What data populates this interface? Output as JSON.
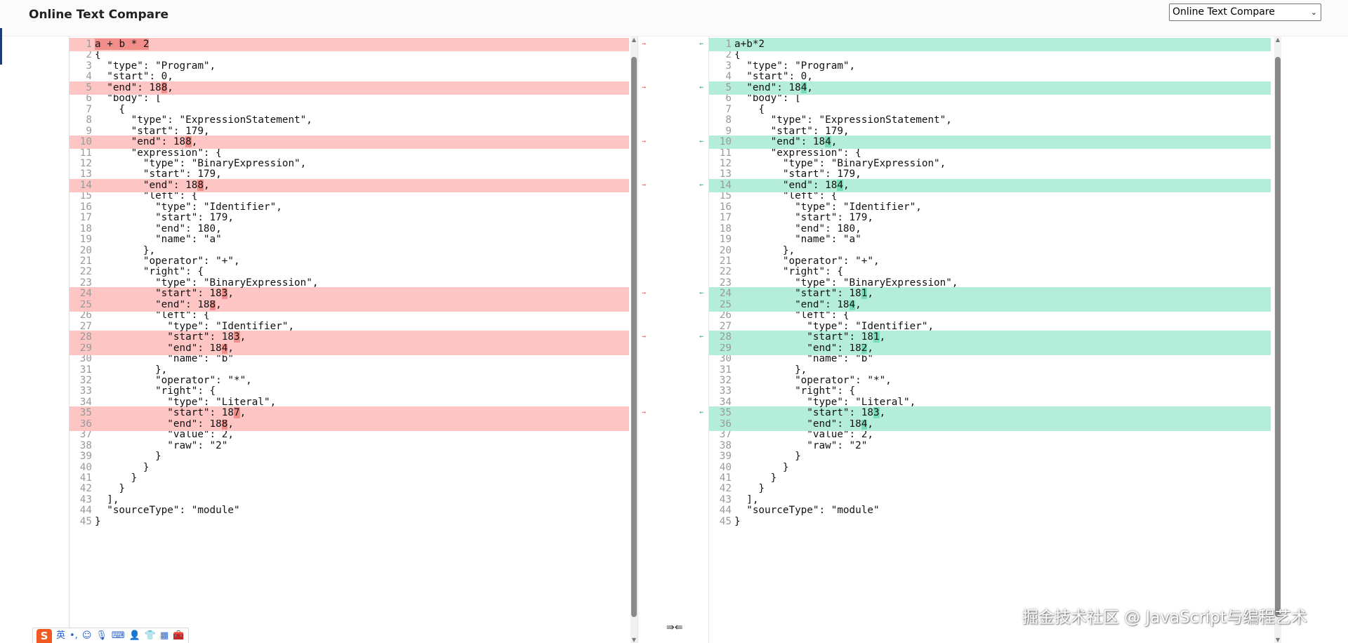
{
  "app": {
    "title": "Online Text Compare"
  },
  "toolbar": {
    "select_value": "Online Text Compare",
    "select_arrow": "⌄"
  },
  "left_pane": {
    "lines": [
      {
        "n": "1",
        "t": "del",
        "s": [
          [
            "h",
            "a"
          ],
          [
            "d",
            " "
          ],
          [
            "h",
            "+"
          ],
          [
            "d",
            " "
          ],
          [
            "h",
            "b"
          ],
          [
            "d",
            " "
          ],
          [
            "h",
            "*"
          ],
          [
            "d",
            " "
          ],
          [
            "h",
            "2"
          ]
        ]
      },
      {
        "n": "2",
        "s": [
          [
            "",
            "{"
          ]
        ]
      },
      {
        "n": "3",
        "s": [
          [
            "",
            "  \"type\": \"Program\","
          ]
        ]
      },
      {
        "n": "4",
        "s": [
          [
            "",
            "  \"start\": 0,"
          ]
        ]
      },
      {
        "n": "5",
        "t": "del",
        "s": [
          [
            "",
            "  \"end\": 18"
          ],
          [
            "d",
            "8"
          ],
          [
            "",
            ","
          ]
        ]
      },
      {
        "n": "6",
        "s": [
          [
            "",
            "  \"body\": ["
          ]
        ]
      },
      {
        "n": "7",
        "s": [
          [
            "",
            "    {"
          ]
        ]
      },
      {
        "n": "8",
        "s": [
          [
            "",
            "      \"type\": \"ExpressionStatement\","
          ]
        ]
      },
      {
        "n": "9",
        "s": [
          [
            "",
            "      \"start\": 179,"
          ]
        ]
      },
      {
        "n": "10",
        "t": "del",
        "s": [
          [
            "",
            "      \"end\": 18"
          ],
          [
            "d",
            "8"
          ],
          [
            "",
            ","
          ]
        ]
      },
      {
        "n": "11",
        "s": [
          [
            "",
            "      \"expression\": {"
          ]
        ]
      },
      {
        "n": "12",
        "s": [
          [
            "",
            "        \"type\": \"BinaryExpression\","
          ]
        ]
      },
      {
        "n": "13",
        "s": [
          [
            "",
            "        \"start\": 179,"
          ]
        ]
      },
      {
        "n": "14",
        "t": "del",
        "s": [
          [
            "",
            "        \"end\": 18"
          ],
          [
            "d",
            "8"
          ],
          [
            "",
            ","
          ]
        ]
      },
      {
        "n": "15",
        "s": [
          [
            "",
            "        \"left\": {"
          ]
        ]
      },
      {
        "n": "16",
        "s": [
          [
            "",
            "          \"type\": \"Identifier\","
          ]
        ]
      },
      {
        "n": "17",
        "s": [
          [
            "",
            "          \"start\": 179,"
          ]
        ]
      },
      {
        "n": "18",
        "s": [
          [
            "",
            "          \"end\": 180,"
          ]
        ]
      },
      {
        "n": "19",
        "s": [
          [
            "",
            "          \"name\": \"a\""
          ]
        ]
      },
      {
        "n": "20",
        "s": [
          [
            "",
            "        },"
          ]
        ]
      },
      {
        "n": "21",
        "s": [
          [
            "",
            "        \"operator\": \"+\","
          ]
        ]
      },
      {
        "n": "22",
        "s": [
          [
            "",
            "        \"right\": {"
          ]
        ]
      },
      {
        "n": "23",
        "s": [
          [
            "",
            "          \"type\": \"BinaryExpression\","
          ]
        ]
      },
      {
        "n": "24",
        "t": "del",
        "s": [
          [
            "",
            "          \"start\": 18"
          ],
          [
            "d",
            "3"
          ],
          [
            "",
            ","
          ]
        ]
      },
      {
        "n": "25",
        "t": "del",
        "s": [
          [
            "",
            "          \"end\": 18"
          ],
          [
            "d",
            "8"
          ],
          [
            "",
            ","
          ]
        ]
      },
      {
        "n": "26",
        "s": [
          [
            "",
            "          \"left\": {"
          ]
        ]
      },
      {
        "n": "27",
        "s": [
          [
            "",
            "            \"type\": \"Identifier\","
          ]
        ]
      },
      {
        "n": "28",
        "t": "del",
        "s": [
          [
            "",
            "            \"start\": 18"
          ],
          [
            "d",
            "3"
          ],
          [
            "",
            ","
          ]
        ]
      },
      {
        "n": "29",
        "t": "del",
        "s": [
          [
            "",
            "            \"end\": 18"
          ],
          [
            "d",
            "4"
          ],
          [
            "",
            ","
          ]
        ]
      },
      {
        "n": "30",
        "s": [
          [
            "",
            "            \"name\": \"b\""
          ]
        ]
      },
      {
        "n": "31",
        "s": [
          [
            "",
            "          },"
          ]
        ]
      },
      {
        "n": "32",
        "s": [
          [
            "",
            "          \"operator\": \"*\","
          ]
        ]
      },
      {
        "n": "33",
        "s": [
          [
            "",
            "          \"right\": {"
          ]
        ]
      },
      {
        "n": "34",
        "s": [
          [
            "",
            "            \"type\": \"Literal\","
          ]
        ]
      },
      {
        "n": "35",
        "t": "del",
        "s": [
          [
            "",
            "            \"start\": 18"
          ],
          [
            "d",
            "7"
          ],
          [
            "",
            ","
          ]
        ]
      },
      {
        "n": "36",
        "t": "del",
        "s": [
          [
            "",
            "            \"end\": 18"
          ],
          [
            "d",
            "8"
          ],
          [
            "",
            ","
          ]
        ]
      },
      {
        "n": "37",
        "s": [
          [
            "",
            "            \"value\": 2,"
          ]
        ]
      },
      {
        "n": "38",
        "s": [
          [
            "",
            "            \"raw\": \"2\""
          ]
        ]
      },
      {
        "n": "39",
        "s": [
          [
            "",
            "          }"
          ]
        ]
      },
      {
        "n": "40",
        "s": [
          [
            "",
            "        }"
          ]
        ]
      },
      {
        "n": "41",
        "s": [
          [
            "",
            "      }"
          ]
        ]
      },
      {
        "n": "42",
        "s": [
          [
            "",
            "    }"
          ]
        ]
      },
      {
        "n": "43",
        "s": [
          [
            "",
            "  ],"
          ]
        ]
      },
      {
        "n": "44",
        "s": [
          [
            "",
            "  \"sourceType\": \"module\""
          ]
        ]
      },
      {
        "n": "45",
        "s": [
          [
            "",
            "}"
          ]
        ]
      }
    ]
  },
  "right_pane": {
    "lines": [
      {
        "n": "1",
        "t": "ins",
        "s": [
          [
            "",
            "a+b*2"
          ]
        ]
      },
      {
        "n": "2",
        "s": [
          [
            "",
            "{"
          ]
        ]
      },
      {
        "n": "3",
        "s": [
          [
            "",
            "  \"type\": \"Program\","
          ]
        ]
      },
      {
        "n": "4",
        "s": [
          [
            "",
            "  \"start\": 0,"
          ]
        ]
      },
      {
        "n": "5",
        "t": "ins",
        "s": [
          [
            "",
            "  \"end\": 18"
          ],
          [
            "i",
            "4"
          ],
          [
            "",
            ","
          ]
        ]
      },
      {
        "n": "6",
        "s": [
          [
            "",
            "  \"body\": ["
          ]
        ]
      },
      {
        "n": "7",
        "s": [
          [
            "",
            "    {"
          ]
        ]
      },
      {
        "n": "8",
        "s": [
          [
            "",
            "      \"type\": \"ExpressionStatement\","
          ]
        ]
      },
      {
        "n": "9",
        "s": [
          [
            "",
            "      \"start\": 179,"
          ]
        ]
      },
      {
        "n": "10",
        "t": "ins",
        "s": [
          [
            "",
            "      \"end\": 18"
          ],
          [
            "i",
            "4"
          ],
          [
            "",
            ","
          ]
        ]
      },
      {
        "n": "11",
        "s": [
          [
            "",
            "      \"expression\": {"
          ]
        ]
      },
      {
        "n": "12",
        "s": [
          [
            "",
            "        \"type\": \"BinaryExpression\","
          ]
        ]
      },
      {
        "n": "13",
        "s": [
          [
            "",
            "        \"start\": 179,"
          ]
        ]
      },
      {
        "n": "14",
        "t": "ins",
        "s": [
          [
            "",
            "        \"end\": 18"
          ],
          [
            "i",
            "4"
          ],
          [
            "",
            ","
          ]
        ]
      },
      {
        "n": "15",
        "s": [
          [
            "",
            "        \"left\": {"
          ]
        ]
      },
      {
        "n": "16",
        "s": [
          [
            "",
            "          \"type\": \"Identifier\","
          ]
        ]
      },
      {
        "n": "17",
        "s": [
          [
            "",
            "          \"start\": 179,"
          ]
        ]
      },
      {
        "n": "18",
        "s": [
          [
            "",
            "          \"end\": 180,"
          ]
        ]
      },
      {
        "n": "19",
        "s": [
          [
            "",
            "          \"name\": \"a\""
          ]
        ]
      },
      {
        "n": "20",
        "s": [
          [
            "",
            "        },"
          ]
        ]
      },
      {
        "n": "21",
        "s": [
          [
            "",
            "        \"operator\": \"+\","
          ]
        ]
      },
      {
        "n": "22",
        "s": [
          [
            "",
            "        \"right\": {"
          ]
        ]
      },
      {
        "n": "23",
        "s": [
          [
            "",
            "          \"type\": \"BinaryExpression\","
          ]
        ]
      },
      {
        "n": "24",
        "t": "ins",
        "s": [
          [
            "",
            "          \"start\": 18"
          ],
          [
            "i",
            "1"
          ],
          [
            "",
            ","
          ]
        ]
      },
      {
        "n": "25",
        "t": "ins",
        "s": [
          [
            "",
            "          \"end\": 18"
          ],
          [
            "i",
            "4"
          ],
          [
            "",
            ","
          ]
        ]
      },
      {
        "n": "26",
        "s": [
          [
            "",
            "          \"left\": {"
          ]
        ]
      },
      {
        "n": "27",
        "s": [
          [
            "",
            "            \"type\": \"Identifier\","
          ]
        ]
      },
      {
        "n": "28",
        "t": "ins",
        "s": [
          [
            "",
            "            \"start\": 18"
          ],
          [
            "i",
            "1"
          ],
          [
            "",
            ","
          ]
        ]
      },
      {
        "n": "29",
        "t": "ins",
        "s": [
          [
            "",
            "            \"end\": 18"
          ],
          [
            "i",
            "2"
          ],
          [
            "",
            ","
          ]
        ]
      },
      {
        "n": "30",
        "s": [
          [
            "",
            "            \"name\": \"b\""
          ]
        ]
      },
      {
        "n": "31",
        "s": [
          [
            "",
            "          },"
          ]
        ]
      },
      {
        "n": "32",
        "s": [
          [
            "",
            "          \"operator\": \"*\","
          ]
        ]
      },
      {
        "n": "33",
        "s": [
          [
            "",
            "          \"right\": {"
          ]
        ]
      },
      {
        "n": "34",
        "s": [
          [
            "",
            "            \"type\": \"Literal\","
          ]
        ]
      },
      {
        "n": "35",
        "t": "ins",
        "s": [
          [
            "",
            "            \"start\": 18"
          ],
          [
            "i",
            "3"
          ],
          [
            "",
            ","
          ]
        ]
      },
      {
        "n": "36",
        "t": "ins",
        "s": [
          [
            "",
            "            \"end\": 18"
          ],
          [
            "i",
            "4"
          ],
          [
            "",
            ","
          ]
        ]
      },
      {
        "n": "37",
        "s": [
          [
            "",
            "            \"value\": 2,"
          ]
        ]
      },
      {
        "n": "38",
        "s": [
          [
            "",
            "            \"raw\": \"2\""
          ]
        ]
      },
      {
        "n": "39",
        "s": [
          [
            "",
            "          }"
          ]
        ]
      },
      {
        "n": "40",
        "s": [
          [
            "",
            "        }"
          ]
        ]
      },
      {
        "n": "41",
        "s": [
          [
            "",
            "      }"
          ]
        ]
      },
      {
        "n": "42",
        "s": [
          [
            "",
            "    }"
          ]
        ]
      },
      {
        "n": "43",
        "s": [
          [
            "",
            "  ],"
          ]
        ]
      },
      {
        "n": "44",
        "s": [
          [
            "",
            "  \"sourceType\": \"module\""
          ]
        ]
      },
      {
        "n": "45",
        "s": [
          [
            "",
            "}"
          ]
        ]
      }
    ]
  },
  "merge_gutter": {
    "changed_lines": [
      1,
      5,
      10,
      14,
      24,
      28,
      35
    ],
    "to_right_glyph": "⇝",
    "to_left_glyph": "⇜",
    "bottom_icons": "⇛⇚",
    "del_color": "#e57370",
    "ins_color": "#36b98a"
  },
  "scroll": {
    "up_arrow": "▲",
    "down_arrow": "▼",
    "thumb_start": 0.02,
    "thumb_fraction": 0.95
  },
  "watermark": {
    "text": "掘金技术社区 @ JavaScript与编程艺术"
  },
  "ime_toolbar": {
    "logo": "S",
    "items": [
      {
        "name": "ime-lang",
        "label": "英"
      },
      {
        "name": "ime-punct",
        "label": "•,"
      },
      {
        "name": "ime-emoji",
        "label": "☺"
      },
      {
        "name": "ime-mic",
        "label": "🎙"
      },
      {
        "name": "ime-keyboard",
        "label": "⌨"
      },
      {
        "name": "ime-user",
        "label": "👤"
      },
      {
        "name": "ime-skin",
        "label": "👕"
      },
      {
        "name": "ime-grid",
        "label": "▦"
      },
      {
        "name": "ime-tool",
        "label": "🧰"
      }
    ]
  },
  "colors": {
    "del_line": "#fdc5c4",
    "del_char": "#f28e8a",
    "ins_line": "#b4eeda",
    "ins_char": "#78dcb5"
  }
}
